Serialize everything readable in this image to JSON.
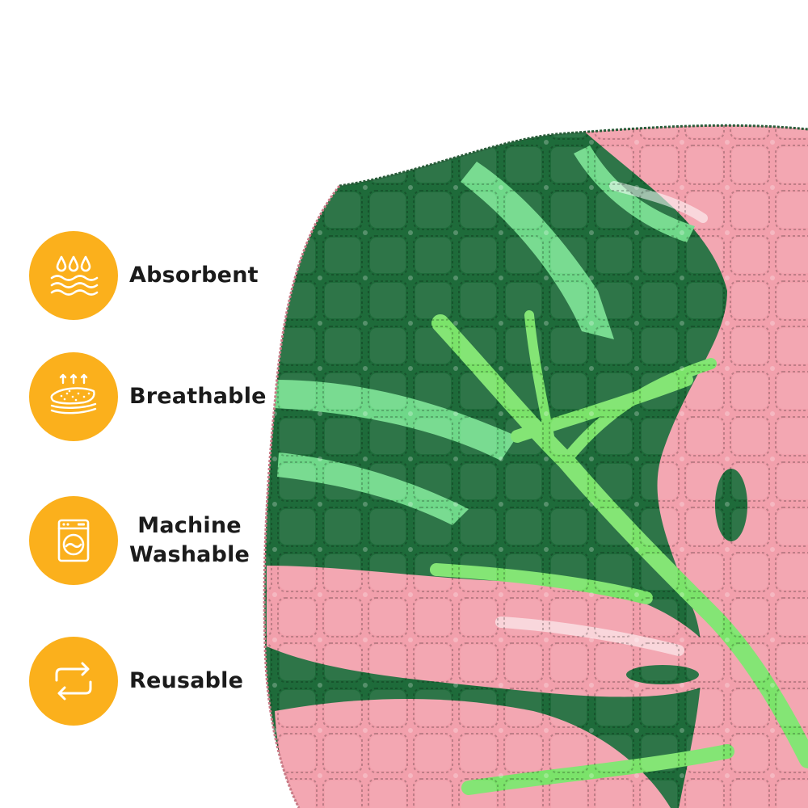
{
  "features": [
    {
      "label": "Absorbent",
      "icon": "water-drops-waves-icon"
    },
    {
      "label": "Breathable",
      "icon": "breathable-layers-icon"
    },
    {
      "label_lines": [
        "Machine",
        "Washable"
      ],
      "icon": "washing-machine-icon"
    },
    {
      "label": "Reusable",
      "icon": "reuse-arrows-icon"
    }
  ],
  "colors": {
    "badge": "#FBB01C",
    "text": "#1B1B1B",
    "mat_dark_green": "#1E6B3A",
    "mat_light_green": "#6FD889",
    "mat_pink": "#F2A0AC",
    "mat_vein_green": "#7BE36A"
  },
  "product": {
    "subject": "quilted reusable pad with monstera leaf print"
  }
}
